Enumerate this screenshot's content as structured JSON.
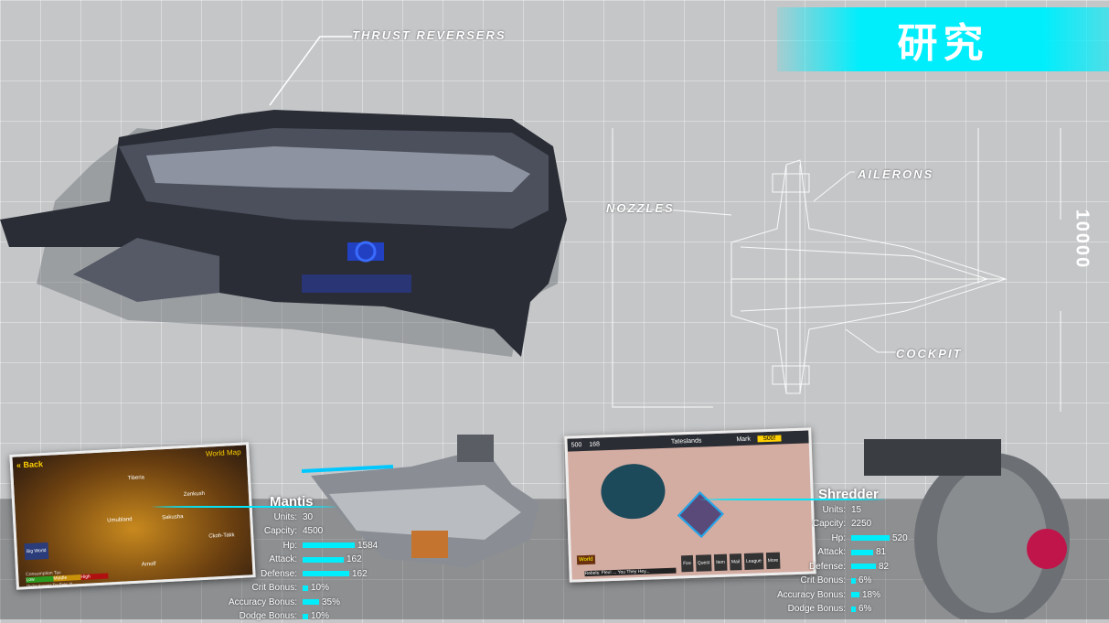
{
  "title": "研究",
  "labels": {
    "thrust": "THRUST REVERSERS",
    "ailerons": "AILERONS",
    "nozzles": "NOZZLES",
    "cockpit": "COCKPIT",
    "dimension": "10000"
  },
  "world_map": {
    "back": "Back",
    "title": "World Map",
    "places": [
      "Tiberia",
      "Zenkush",
      "Sakusha",
      "Umubland",
      "Ckoh-Takk",
      "Arnolf"
    ],
    "big_world": "Big World",
    "tax": "Consumption Tax",
    "levels": [
      "Low",
      "Middle",
      "High"
    ],
    "footer": "(Today Average Tax Rate: 7)"
  },
  "battle": {
    "res1": "500",
    "res2": "168",
    "zone": "Tateslands",
    "mark": "Mark",
    "gold": "500!",
    "world": "World",
    "nav": [
      "Fire",
      "Quest",
      "Item",
      "Mail",
      "League",
      "More"
    ],
    "chat": "Rebels: Flex! ... You They Hey..."
  },
  "units": [
    {
      "name": "Mantis",
      "units": "30",
      "capacity": "4500",
      "hp": "1584",
      "attack": "162",
      "defense": "162",
      "crit": "10%",
      "accuracy": "35%",
      "dodge": "10%",
      "bars": {
        "hp": 0.95,
        "attack": 0.75,
        "defense": 0.85,
        "crit": 0.1,
        "accuracy": 0.3,
        "dodge": 0.1
      }
    },
    {
      "name": "Shredder",
      "units": "15",
      "capacity": "2250",
      "hp": "520",
      "attack": "81",
      "defense": "82",
      "crit": "6%",
      "accuracy": "18%",
      "dodge": "6%",
      "bars": {
        "hp": 0.7,
        "attack": 0.4,
        "defense": 0.45,
        "crit": 0.06,
        "accuracy": 0.15,
        "dodge": 0.06
      }
    }
  ],
  "stat_labels": {
    "units": "Units:",
    "capacity": "Capcity:",
    "hp": "Hp:",
    "attack": "Attack:",
    "defense": "Defense:",
    "crit": "Crit Bonus:",
    "accuracy": "Accuracy Bonus:",
    "dodge": "Dodge Bonus:"
  }
}
